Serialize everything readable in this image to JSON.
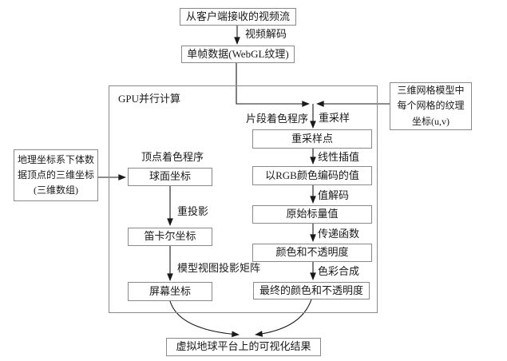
{
  "diagram": {
    "title_hint": "GPU volume-rendering pipeline flowchart",
    "containers": {
      "gpu": {
        "label": "GPU并行计算"
      }
    },
    "section_labels": {
      "vertex_shader": "顶点着色程序",
      "fragment_shader": "片段着色程序"
    },
    "nodes": {
      "video_stream": "从客户端接收的视频流",
      "frame_data": "单帧数据(WebGL纹理)",
      "texture_coords": "三维网格模型中\n每个网格的纹理\n坐标(u,v)",
      "geo_coords": "地理坐标系下体数\n据顶点的三维坐标\n(三维数组)",
      "spherical": "球面坐标",
      "cartesian": "笛卡尔坐标",
      "screen": "屏幕坐标",
      "resample_points": "重采样点",
      "rgb_encoded": "以RGB颜色编码的值",
      "raw_scalar": "原始标量值",
      "color_opacity": "颜色和不透明度",
      "final_color": "最终的颜色和不透明度",
      "result": "虚拟地球平台上的可视化结果"
    },
    "edge_labels": {
      "video_decode": "视频解码",
      "resample": "重采样",
      "linear_interp": "线性插值",
      "value_decode": "值解码",
      "transfer_func": "传递函数",
      "color_compose": "色彩合成",
      "reproject": "重投影",
      "mvp_matrix": "模型视图投影矩阵"
    },
    "colors": {
      "background": "#ffffff",
      "box_border": "#8a8a8a",
      "line": "#1a1a1a",
      "text": "#1a1a1a"
    }
  }
}
